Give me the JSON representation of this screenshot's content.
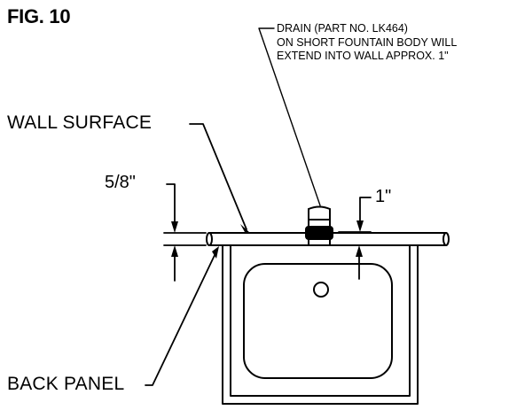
{
  "figure": {
    "title": "FIG. 10"
  },
  "callouts": {
    "drain": "DRAIN (PART NO. LK464)\nON SHORT FOUNTAIN BODY WILL\nEXTEND INTO WALL APPROX. 1\"",
    "wall_surface": "WALL SURFACE",
    "back_panel": "BACK PANEL"
  },
  "dimensions": {
    "wall_thickness": "5/8\"",
    "drain_extension": "1\""
  }
}
